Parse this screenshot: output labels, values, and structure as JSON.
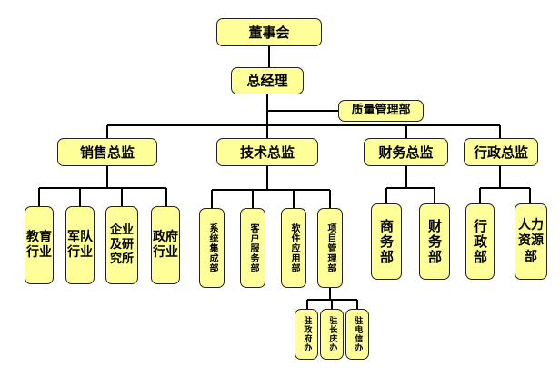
{
  "org_chart": {
    "board": "董事会",
    "general_manager": "总经理",
    "quality_dept": "质量管理部",
    "sales": {
      "head": "销售总监",
      "units": [
        "教育行业",
        "军队行业",
        "企业及研究所",
        "政府行业"
      ]
    },
    "tech": {
      "head": "技术总监",
      "units": [
        "系统集成部",
        "客户服务部",
        "软件应用部",
        "项目管理部"
      ],
      "project_offices": [
        "驻政府办",
        "驻长庆办",
        "驻电信办"
      ]
    },
    "finance": {
      "head": "财务总监",
      "units": [
        "商务部",
        "财务部"
      ]
    },
    "admin": {
      "head": "行政总监",
      "units": [
        "行政部",
        "人力资源部"
      ]
    }
  }
}
